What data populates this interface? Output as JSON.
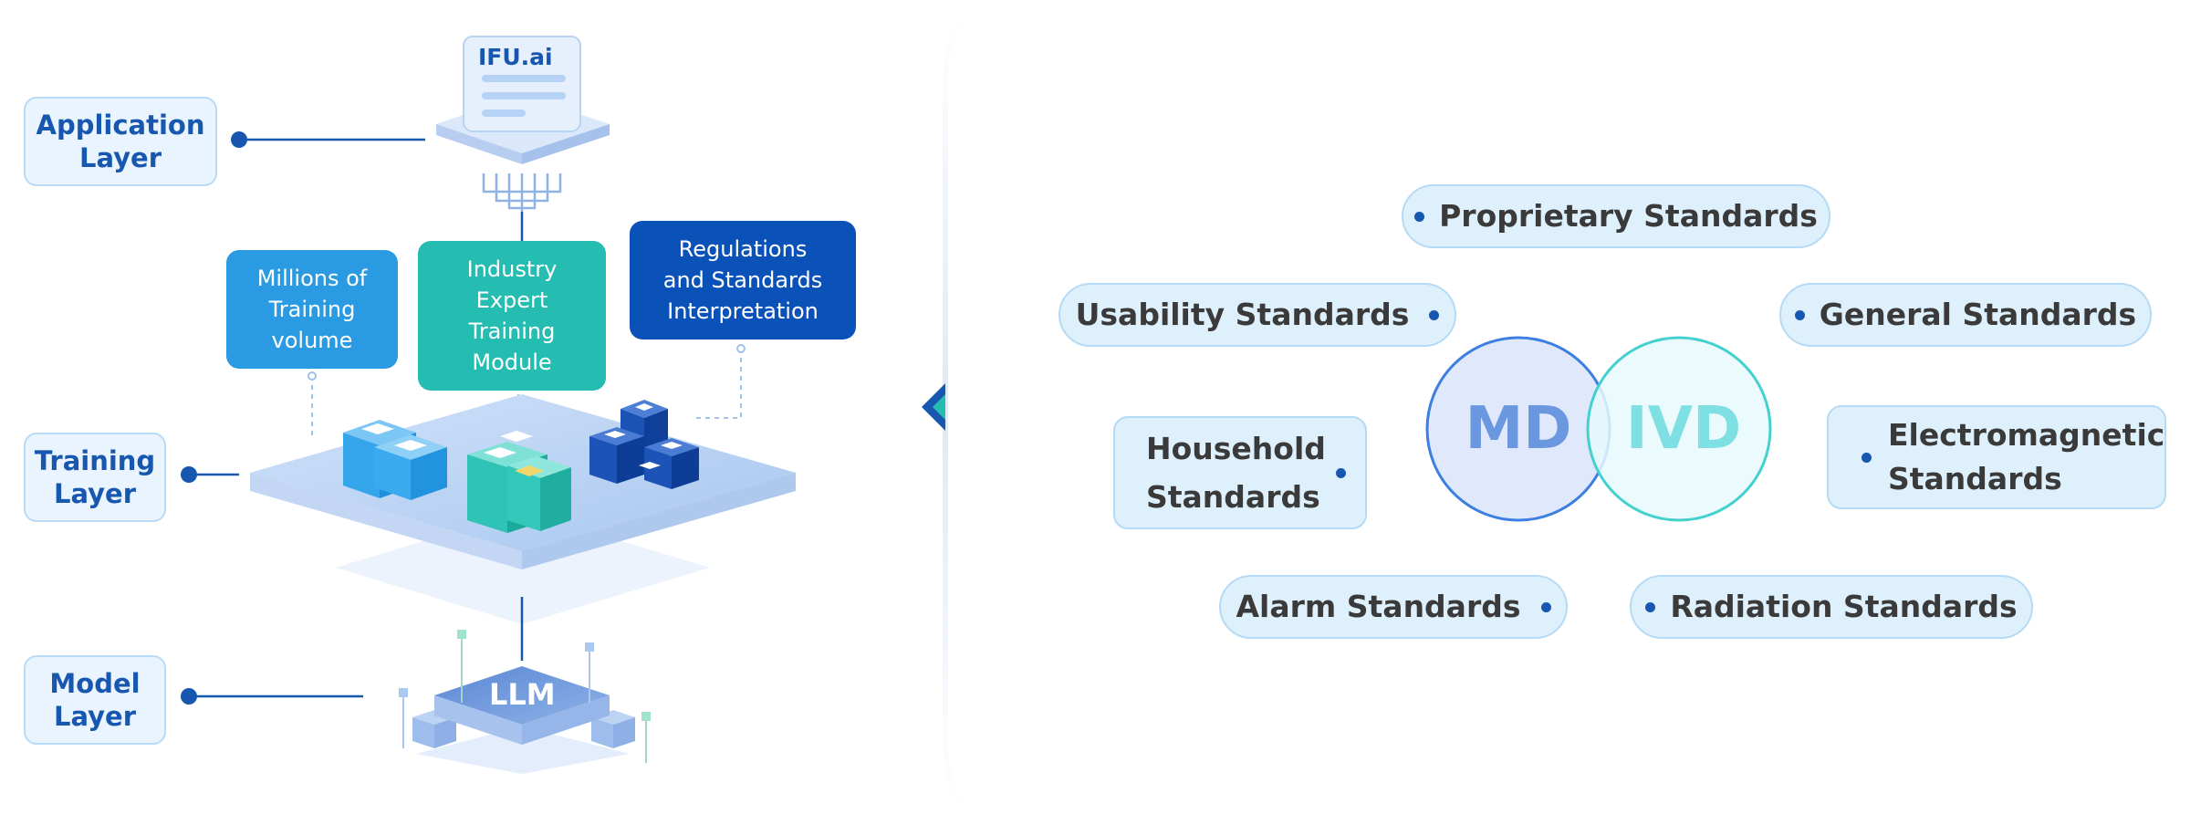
{
  "architecture": {
    "layers": [
      {
        "id": "application",
        "label": "Application Layer"
      },
      {
        "id": "training",
        "label": "Training Layer"
      },
      {
        "id": "model",
        "label": "Model Layer"
      }
    ],
    "brand_label": "IFU.ai",
    "modules": [
      {
        "label": "Millions of Training volume",
        "color": "#2a9ae3"
      },
      {
        "label": "Industry Expert Training Module",
        "color": "#25bdb1"
      },
      {
        "label": "Regulations and Standards Interpretation",
        "color": "#0b52b8"
      }
    ],
    "llm_label": "LLM"
  },
  "standards": {
    "center_left": "MD",
    "center_right": "IVD",
    "items": [
      {
        "label": "Proprietary Standards"
      },
      {
        "label": "Usability Standards"
      },
      {
        "label": "General Standards"
      },
      {
        "label": "Household Standards"
      },
      {
        "label": "Electromagnetic Standards"
      },
      {
        "label": "Alarm Standards"
      },
      {
        "label": "Radiation Standards"
      }
    ]
  },
  "colors": {
    "primary": "#1757b0",
    "teal": "#25bdb1",
    "md_text": "#6a97df",
    "ivd_text": "#7ee0e2",
    "pill_bg": "#dff0fd"
  }
}
